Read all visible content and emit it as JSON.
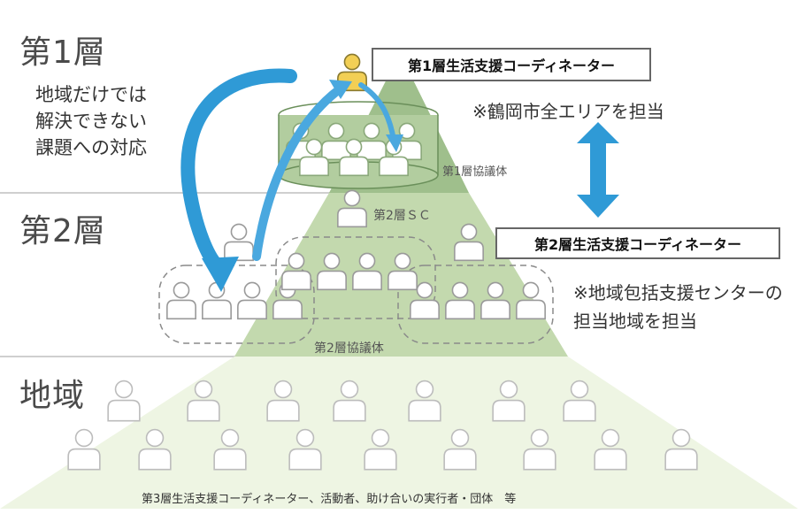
{
  "levels": {
    "l1": "第1層",
    "l2": "第2層",
    "l3": "地域"
  },
  "left_note": "地域だけでは\n解決できない\n課題への対応",
  "coordinator1": "第1層生活支援コーディネーター",
  "coordinator1_note": "※鶴岡市全エリアを担当",
  "council1": "第1層協議体",
  "coordinator2_short": "第2層ＳＣ",
  "coordinator2": "第2層生活支援コーディネーター",
  "coordinator2_note": "※地域包括支援センターの\n担当地域を担当",
  "council2": "第2層協議体",
  "base_label": "第3層生活支援コーディネーター、活動者、助け合いの実行者・団体　等",
  "colors": {
    "top": "#9fbf8c",
    "middle": "#c3d9ae",
    "bottom": "#eef5e3",
    "arrow": "#2f9ad6",
    "icon": "#f2cf55"
  }
}
